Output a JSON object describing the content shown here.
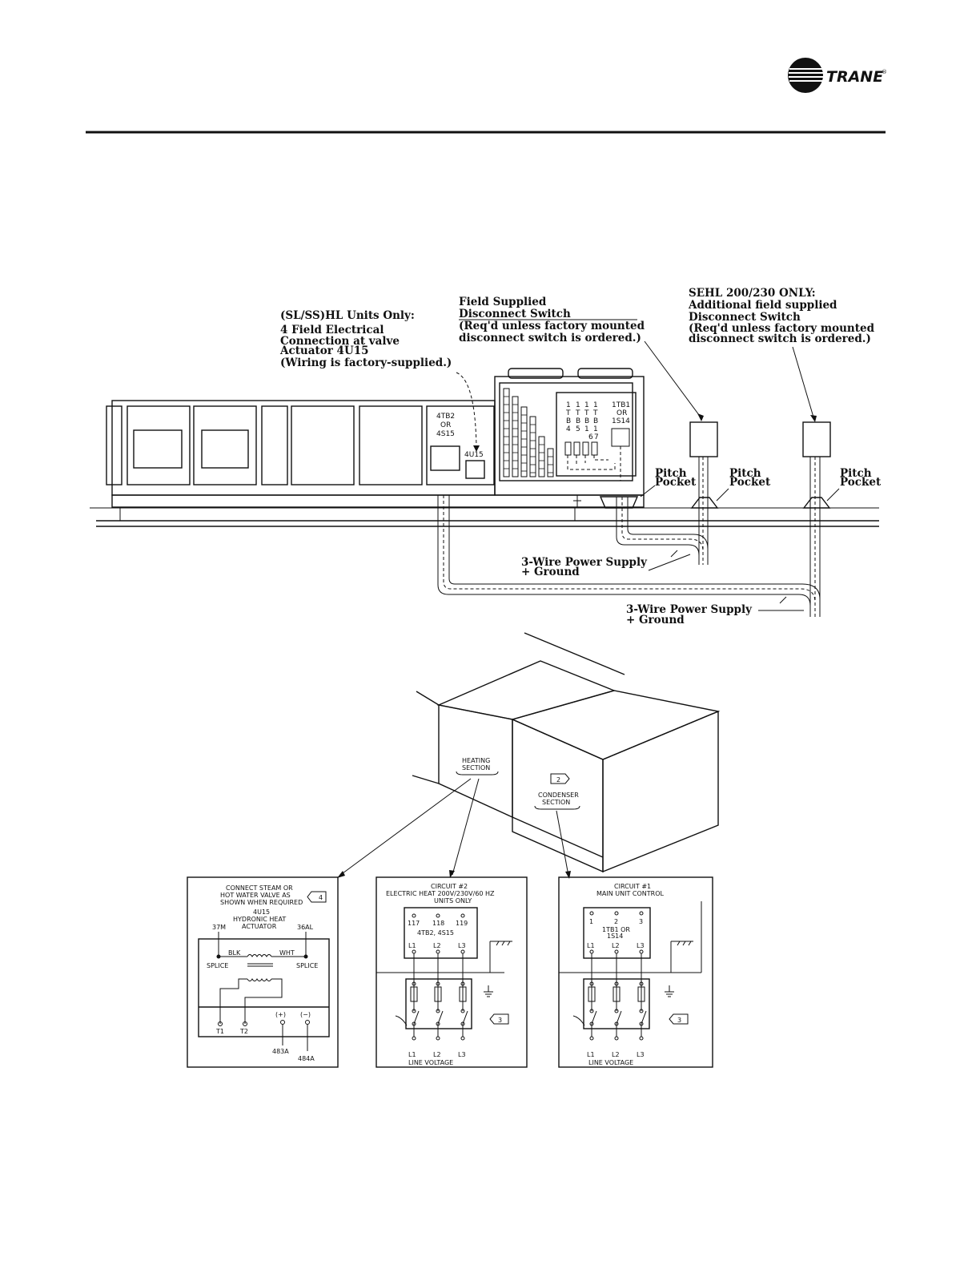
{
  "brand": {
    "name": "TRANE",
    "registered": "®"
  },
  "top_diagram": {
    "label_sl_ss": {
      "lines": [
        "(SL/SS)HL Units Only:",
        "4 Field Electrical",
        "Connection at valve",
        "Actuator 4U15",
        "(Wiring is factory-supplied.)"
      ]
    },
    "label_field_disconnect": {
      "lines": [
        "Field Supplied",
        "Disconnect Switch",
        "(Req'd unless factory mounted",
        "disconnect switch is ordered.)"
      ]
    },
    "label_sehl": {
      "lines": [
        "SEHL 200/230 ONLY:",
        "Additional field supplied",
        "Disconnect Switch",
        "(Req'd unless factory mounted",
        "disconnect switch is ordered.)"
      ]
    },
    "unit_labels": {
      "tb2": [
        "4TB2",
        "OR",
        "4S15"
      ],
      "u15": "4U15",
      "tb_cols": [
        [
          "1",
          "T",
          "B",
          "4"
        ],
        [
          "1",
          "T",
          "B",
          "5"
        ],
        [
          "1",
          "T",
          "B",
          "1",
          "6"
        ],
        [
          "1",
          "T",
          "B",
          "1",
          "7"
        ]
      ],
      "tb1": [
        "1TB1",
        "OR",
        "1S14"
      ]
    },
    "pitch_pocket": [
      "Pitch",
      "Pocket"
    ],
    "power_supply_1": [
      "3-Wire Power Supply",
      "+ Ground"
    ],
    "power_supply_2": [
      "3-Wire Power Supply",
      "+ Ground"
    ]
  },
  "iso_diagram": {
    "heating_section": [
      "HEATING",
      "SECTION"
    ],
    "condenser_marker": "2",
    "condenser_section": [
      "CONDENSER",
      "SECTION"
    ]
  },
  "box_left": {
    "title": [
      "CONNECT STEAM OR",
      "HOT WATER VALVE AS",
      "SHOWN WHEN REQUIRED"
    ],
    "marker": "4",
    "actuator": [
      "4U15",
      "HYDRONIC HEAT",
      "ACTUATOR"
    ],
    "term_37m": "37M",
    "term_36al": "36AL",
    "blk": "BLK",
    "wht": "WHT",
    "splice": "SPLICE",
    "t1": "T1",
    "t2": "T2",
    "plus": "(+)",
    "minus": "(−)",
    "w483": "483A",
    "w484": "484A"
  },
  "box_mid": {
    "title": [
      "CIRCUIT #2",
      "ELECTRIC HEAT 200V/230V/60 HZ",
      "UNITS ONLY"
    ],
    "terms": [
      "117",
      "118",
      "119"
    ],
    "tb_label": "4TB2, 4S15",
    "lines": [
      "L1",
      "L2",
      "L3"
    ],
    "marker": "3",
    "bottom_lines": [
      "L1",
      "L2",
      "L3"
    ],
    "line_voltage": "LINE VOLTAGE"
  },
  "box_right": {
    "title": [
      "CIRCUIT #1",
      "MAIN UNIT CONTROL"
    ],
    "terms": [
      "1",
      "2",
      "3"
    ],
    "tb_label": [
      "1TB1 OR",
      "1S14"
    ],
    "lines": [
      "L1",
      "L2",
      "L3"
    ],
    "marker": "3",
    "bottom_lines": [
      "L1",
      "L2",
      "L3"
    ],
    "line_voltage": "LINE VOLTAGE"
  }
}
